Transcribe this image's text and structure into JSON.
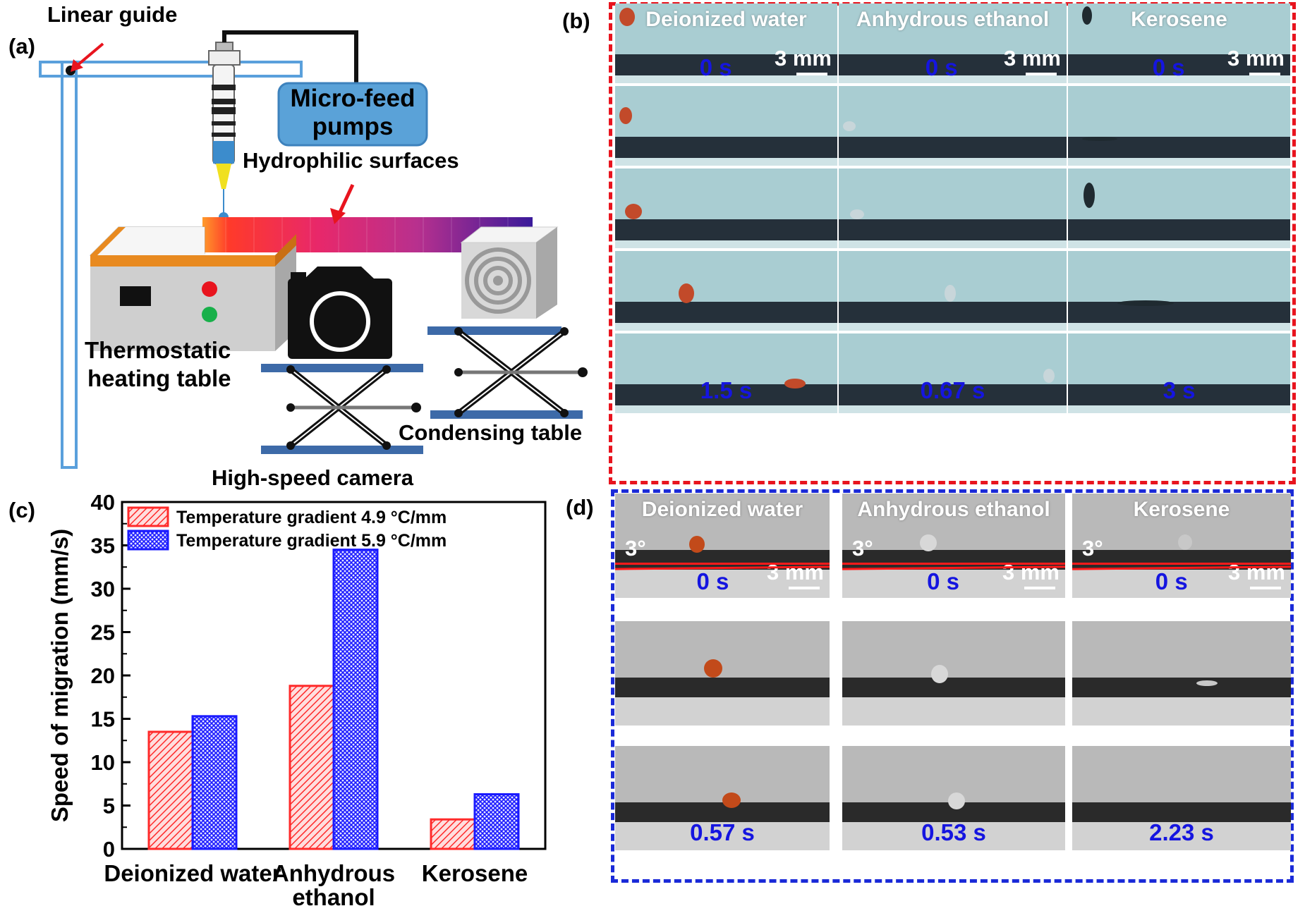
{
  "panel_labels": {
    "a": "(a)",
    "b": "(b)",
    "c": "(c)",
    "d": "(d)"
  },
  "schematic": {
    "linear_guide": "Linear guide",
    "pumps_line1": "Micro-feed",
    "pumps_line2": "pumps",
    "hydrophilic": "Hydrophilic surfaces",
    "heating_line1": "Thermostatic",
    "heating_line2": "heating table",
    "condensing": "Condensing table",
    "camera": "High-speed camera"
  },
  "photo_b": {
    "columns": [
      "Deionized water",
      "Anhydrous ethanol",
      "Kerosene"
    ],
    "start_times": [
      "0 s",
      "0 s",
      "0 s"
    ],
    "end_times": [
      "1.5 s",
      "0.67 s",
      "3 s"
    ],
    "scale_bar": "3 mm"
  },
  "photo_d": {
    "columns": [
      "Deionized water",
      "Anhydrous ethanol",
      "Kerosene"
    ],
    "start_times": [
      "0 s",
      "0 s",
      "0 s"
    ],
    "end_times": [
      "0.57 s",
      "0.53 s",
      "2.23 s"
    ],
    "scale_bar": "3 mm",
    "angle": "3°"
  },
  "chart_data": {
    "type": "bar",
    "categories": [
      "Deionized water",
      "Anhydrous ethanol",
      "Kerosene"
    ],
    "category_lines": [
      [
        "Deionized water"
      ],
      [
        "Anhydrous",
        "ethanol"
      ],
      [
        "Kerosene"
      ]
    ],
    "series": [
      {
        "name": "Temperature gradient 4.9 °C/mm",
        "values": [
          13.5,
          18.8,
          3.4
        ],
        "color": "#ff2a2a"
      },
      {
        "name": "Temperature gradient 5.9 °C/mm",
        "values": [
          15.3,
          34.5,
          6.3
        ],
        "color": "#1a1aff"
      }
    ],
    "ylabel": "Speed of migration (mm/s)",
    "ylim": [
      0,
      40
    ],
    "yticks": [
      "0",
      "5",
      "10",
      "15",
      "20",
      "25",
      "30",
      "35",
      "40"
    ],
    "legend": "top-left",
    "grid": false
  }
}
